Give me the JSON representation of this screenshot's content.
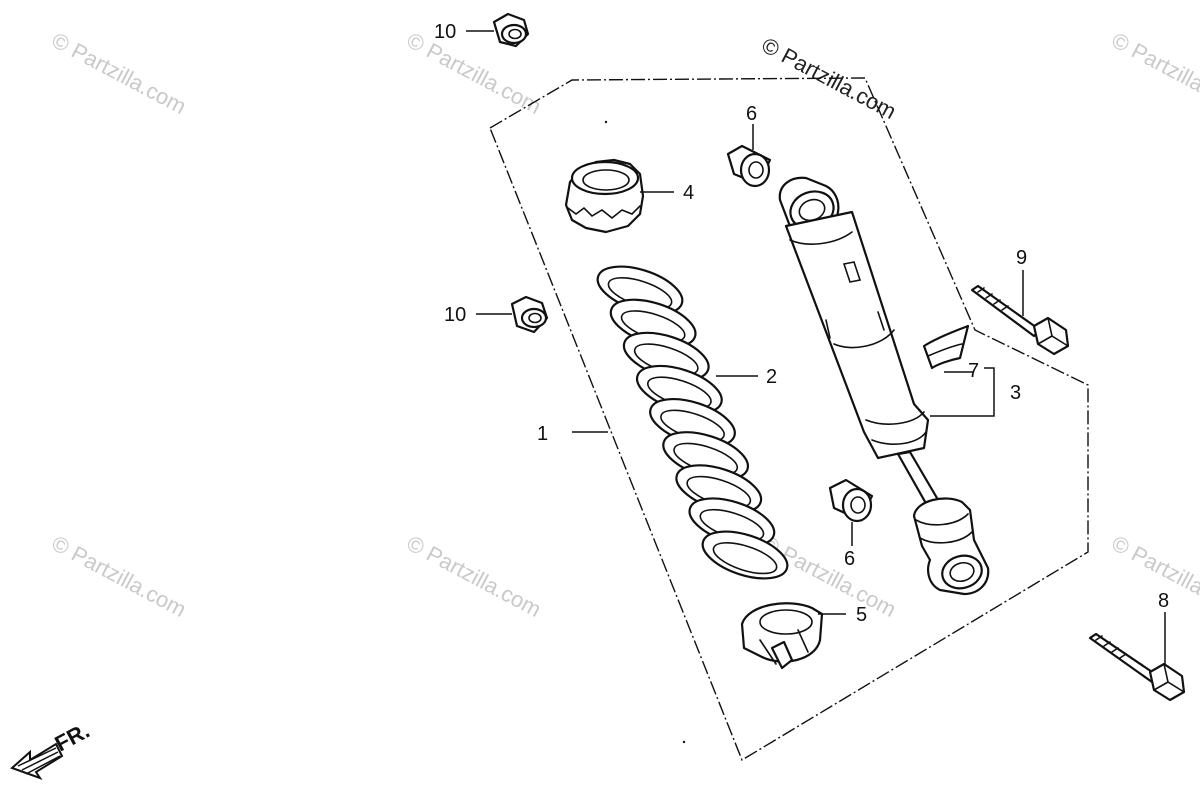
{
  "watermark": {
    "text": "© Partzilla.com",
    "main_text": "© Partzilla.com"
  },
  "direction_marker": {
    "label": "FR.",
    "icon": "arrow-left-icon"
  },
  "callouts": [
    {
      "id": "callout-10-top",
      "number": "10"
    },
    {
      "id": "callout-6-top",
      "number": "6"
    },
    {
      "id": "callout-4",
      "number": "4"
    },
    {
      "id": "callout-9",
      "number": "9"
    },
    {
      "id": "callout-10-mid",
      "number": "10"
    },
    {
      "id": "callout-2",
      "number": "2"
    },
    {
      "id": "callout-7",
      "number": "7"
    },
    {
      "id": "callout-3",
      "number": "3"
    },
    {
      "id": "callout-1",
      "number": "1"
    },
    {
      "id": "callout-6-bottom",
      "number": "6"
    },
    {
      "id": "callout-5",
      "number": "5"
    },
    {
      "id": "callout-8",
      "number": "8"
    }
  ],
  "colors": {
    "line": "#111111",
    "watermark": "#c9c9c9",
    "background": "#ffffff"
  }
}
